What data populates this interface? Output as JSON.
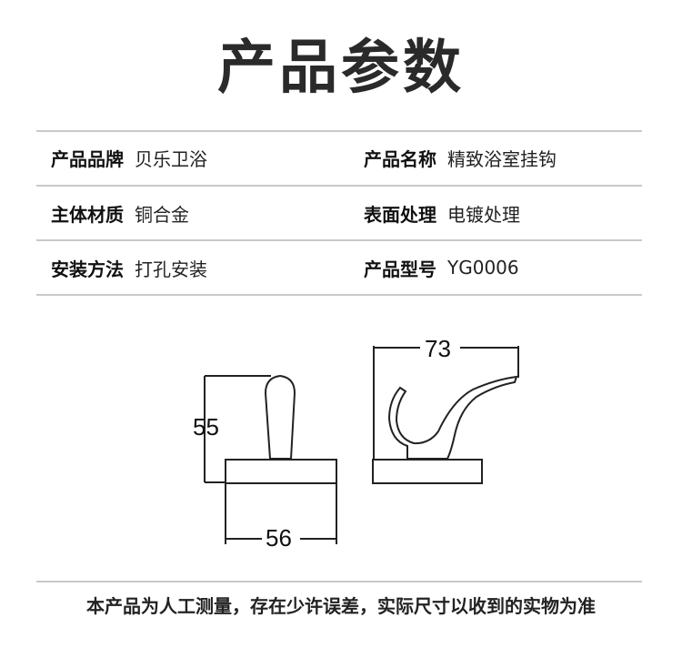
{
  "title": "产品参数",
  "specs": [
    [
      {
        "label": "产品品牌",
        "value": "贝乐卫浴"
      },
      {
        "label": "产品名称",
        "value": "精致浴室挂钩"
      }
    ],
    [
      {
        "label": "主体材质",
        "value": "铜合金"
      },
      {
        "label": "表面处理",
        "value": "电镀处理"
      }
    ],
    [
      {
        "label": "安装方法",
        "value": "打孔安装"
      },
      {
        "label": "产品型号",
        "value": "YG0006"
      }
    ]
  ],
  "dimensions": {
    "height": "55",
    "width": "56",
    "depth": "73"
  },
  "footer": "本产品为人工测量，存在少许误差，实际尺寸以收到的实物为准"
}
